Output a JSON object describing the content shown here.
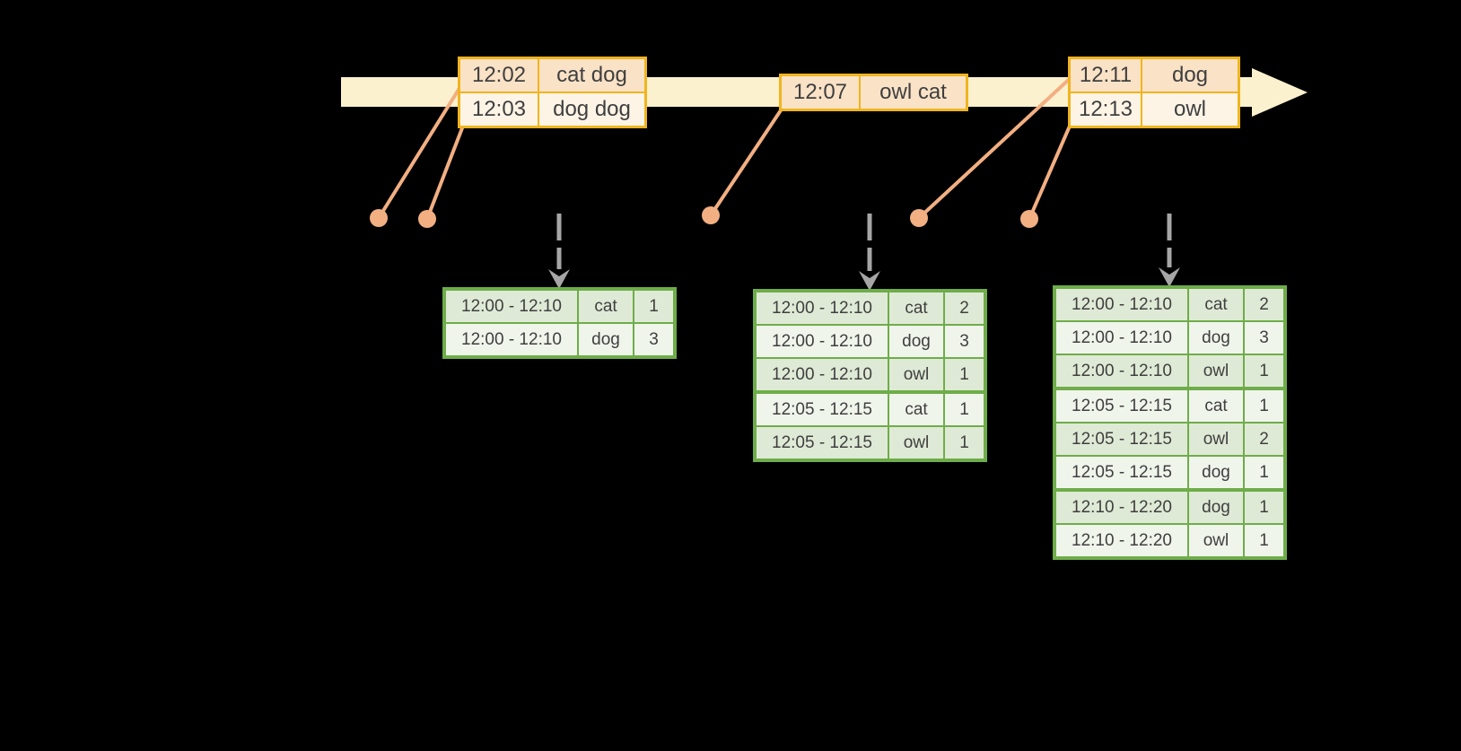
{
  "colors": {
    "background": "#000000",
    "timeline_fill": "#FBF1CE",
    "event_table_border": "#F0B41E",
    "event_row_a": "#FAE2C6",
    "event_row_b": "#FDF4E6",
    "connector": "#F2AF82",
    "trigger_arrow": "#A6A6A6",
    "result_table_border": "#6EAD49",
    "result_row_a": "#DFEAD6",
    "result_row_b": "#F0F5EC",
    "cell_text": "#3F3F3F"
  },
  "event_tables": [
    {
      "rows": [
        {
          "time": "12:02",
          "words": "cat dog"
        },
        {
          "time": "12:03",
          "words": "dog dog"
        }
      ]
    },
    {
      "rows": [
        {
          "time": "12:07",
          "words": "owl cat"
        }
      ]
    },
    {
      "rows": [
        {
          "time": "12:11",
          "words": "dog"
        },
        {
          "time": "12:13",
          "words": "owl"
        }
      ]
    }
  ],
  "result_tables": [
    {
      "rows": [
        {
          "window": "12:00 - 12:10",
          "word": "cat",
          "count": "1"
        },
        {
          "window": "12:00 - 12:10",
          "word": "dog",
          "count": "3"
        }
      ]
    },
    {
      "rows": [
        {
          "window": "12:00 - 12:10",
          "word": "cat",
          "count": "2"
        },
        {
          "window": "12:00 - 12:10",
          "word": "dog",
          "count": "3"
        },
        {
          "window": "12:00 - 12:10",
          "word": "owl",
          "count": "1"
        },
        {
          "window": "12:05 - 12:15",
          "word": "cat",
          "count": "1"
        },
        {
          "window": "12:05 - 12:15",
          "word": "owl",
          "count": "1"
        }
      ]
    },
    {
      "rows": [
        {
          "window": "12:00 - 12:10",
          "word": "cat",
          "count": "2"
        },
        {
          "window": "12:00 - 12:10",
          "word": "dog",
          "count": "3"
        },
        {
          "window": "12:00 - 12:10",
          "word": "owl",
          "count": "1"
        },
        {
          "window": "12:05 - 12:15",
          "word": "cat",
          "count": "1"
        },
        {
          "window": "12:05 - 12:15",
          "word": "owl",
          "count": "2"
        },
        {
          "window": "12:05 - 12:15",
          "word": "dog",
          "count": "1"
        },
        {
          "window": "12:10 - 12:20",
          "word": "dog",
          "count": "1"
        },
        {
          "window": "12:10 - 12:20",
          "word": "owl",
          "count": "1"
        }
      ]
    }
  ]
}
